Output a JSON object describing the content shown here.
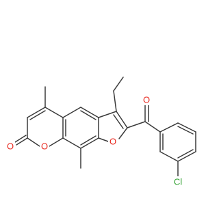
{
  "molecule": {
    "atom_labels": {
      "carbonyl_oxygen": "O",
      "lactone_carbonyl_oxygen": "O",
      "ring_oxygen_pyranone": "O",
      "ring_oxygen_furan": "O",
      "chlorine": "Cl"
    },
    "colors": {
      "bond": "#3a3a3a",
      "oxygen": "#e8281e",
      "chlorine": "#2ea02e",
      "background": "#ffffff"
    }
  }
}
